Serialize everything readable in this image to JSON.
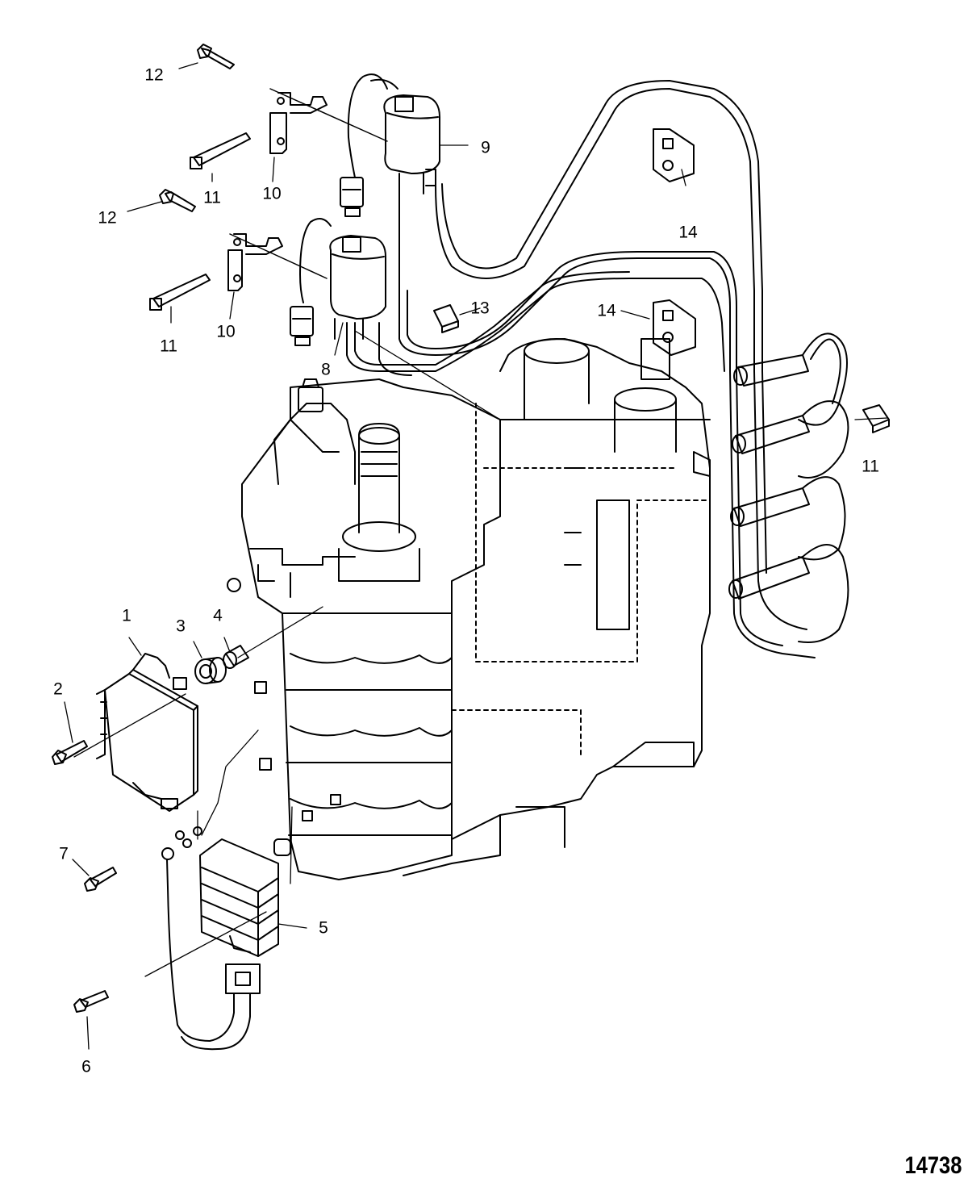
{
  "figure_id": "14738",
  "callouts": [
    {
      "label": "1"
    },
    {
      "label": "2"
    },
    {
      "label": "3"
    },
    {
      "label": "4"
    },
    {
      "label": "5"
    },
    {
      "label": "6"
    },
    {
      "label": "7"
    },
    {
      "label": "8"
    },
    {
      "label": "9"
    },
    {
      "label": "10"
    },
    {
      "label": "10"
    },
    {
      "label": "11"
    },
    {
      "label": "11"
    },
    {
      "label": "11"
    },
    {
      "label": "12"
    },
    {
      "label": "12"
    },
    {
      "label": "13"
    },
    {
      "label": "14"
    },
    {
      "label": "14"
    }
  ],
  "colors": {
    "ink": "#000000",
    "paper": "#ffffff"
  }
}
